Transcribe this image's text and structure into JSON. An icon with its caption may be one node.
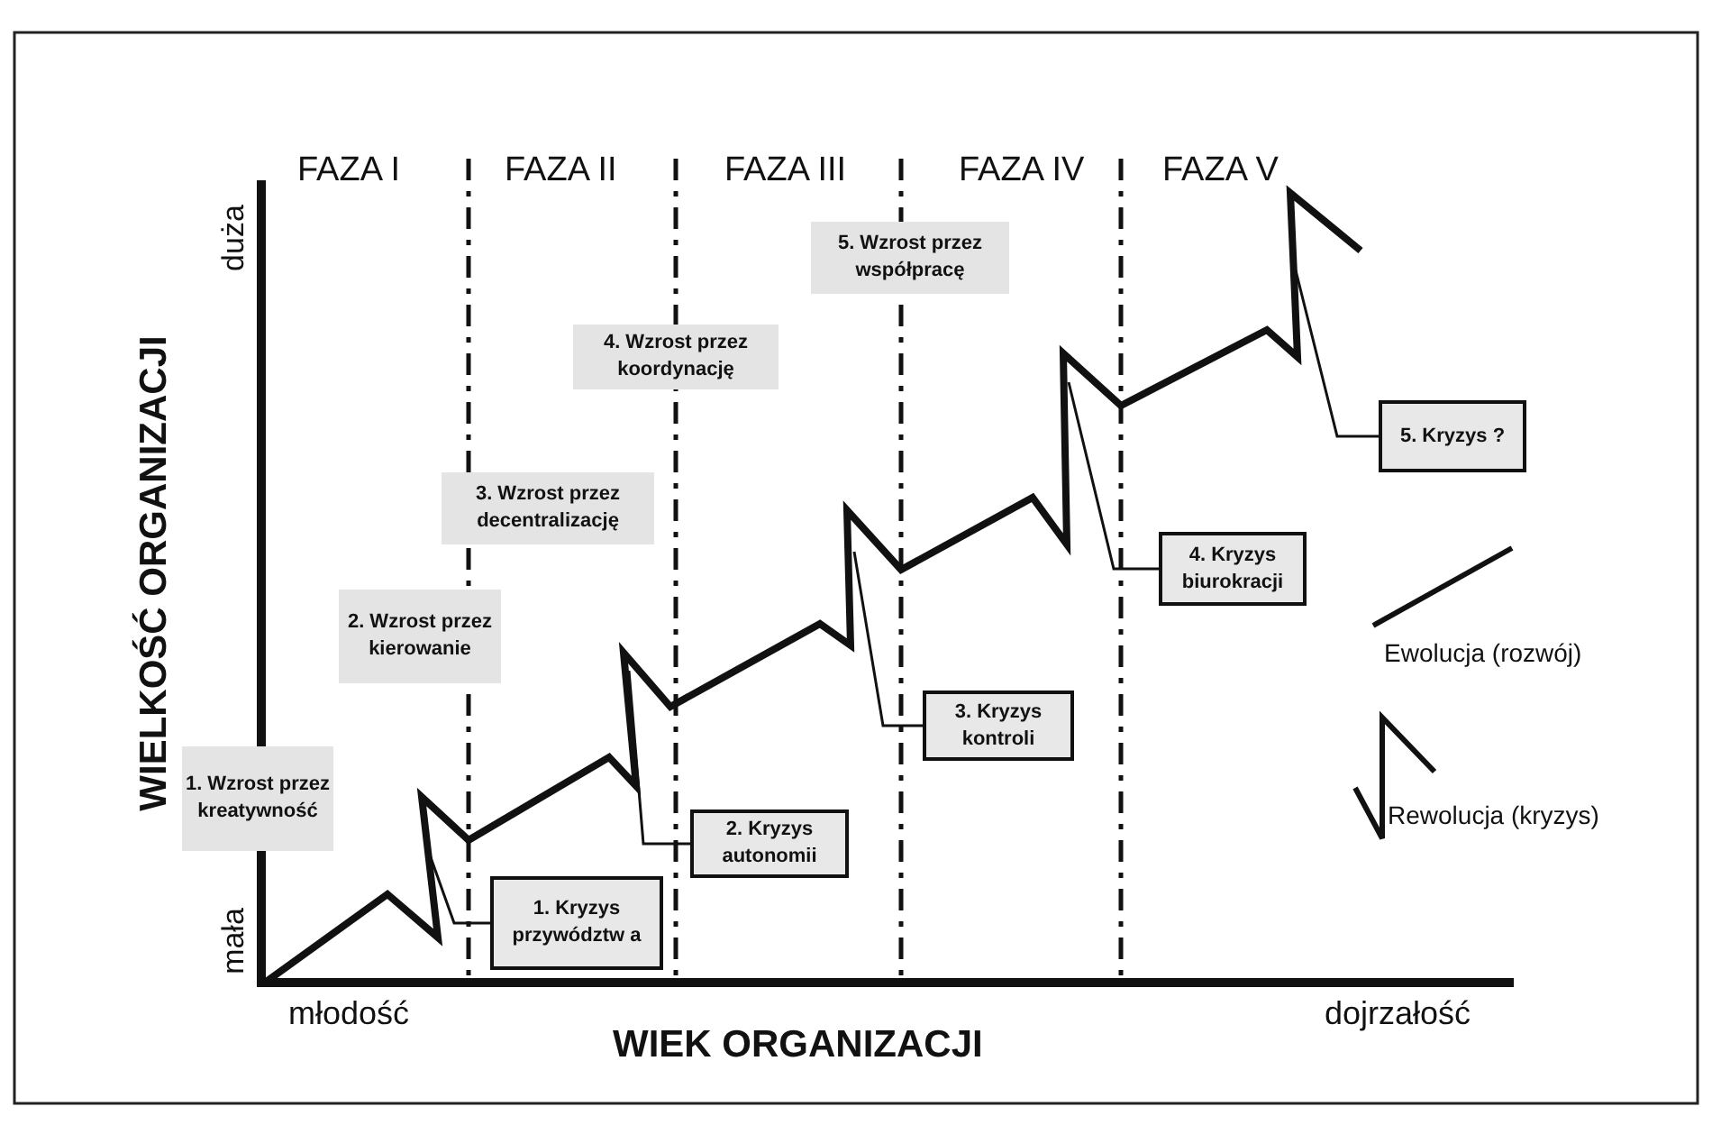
{
  "diagram": {
    "nodes": [
      {
        "text": [
          "1. Wzrost przez kreatywność"
        ]
      },
      {
        "text": [
          "2. Wzrost przez kierowanie"
        ]
      },
      {
        "text": [
          "3. Wzrost przez decentralizację"
        ]
      },
      {
        "text": [
          "4. Wzrost przez koordynację"
        ]
      },
      {
        "text": [
          "5. Wzrost przez współpracę"
        ]
      },
      {
        "text": [
          "1. Kryzys przywództw a"
        ]
      },
      {
        "text": [
          "2. Kryzys autonomii"
        ]
      },
      {
        "text": [
          "3. Kryzys kontroli"
        ]
      },
      {
        "text": [
          "4. Kryzys biurokracji"
        ]
      },
      {
        "text": [
          "5. Kryzys ?"
        ]
      }
    ],
    "edges": [
      {
        "from": 5,
        "to": null,
        "arrow": "none"
      },
      {
        "from": 6,
        "to": null,
        "arrow": "none"
      },
      {
        "from": 7,
        "to": null,
        "arrow": "none"
      },
      {
        "from": 8,
        "to": null,
        "arrow": "none"
      },
      {
        "from": 9,
        "to": null,
        "arrow": "none"
      }
    ],
    "labels": [
      "FAZA I",
      "FAZA II",
      "FAZA III",
      "FAZA IV",
      "FAZA V",
      "duża",
      "mała",
      "WIELKOŚĆ ORGANIZACJI",
      "młodość",
      "dojrzałość",
      "WIEK ORGANIZACJI"
    ],
    "legend": [
      {
        "text": "Ewolucja (rozwój)"
      },
      {
        "text": "Rewolucja (kryzys)"
      }
    ]
  }
}
